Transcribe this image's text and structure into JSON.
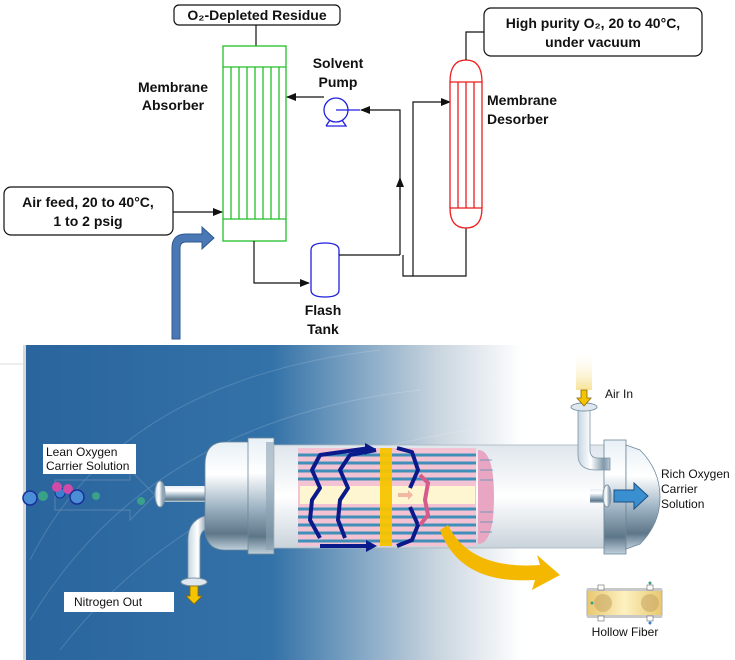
{
  "process_flow": {
    "residue_label": "O₂-Depleted Residue",
    "product_label_line1": "High purity O₂, 20 to 40°C,",
    "product_label_line2": "under vacuum",
    "feed_label_line1": "Air feed, 20 to 40°C,",
    "feed_label_line2": "1 to 2 psig",
    "absorber_line1": "Membrane",
    "absorber_line2": "Absorber",
    "pump_line1": "Solvent",
    "pump_line2": "Pump",
    "desorber_line1": "Membrane",
    "desorber_line2": "Desorber",
    "flash_line1": "Flash",
    "flash_line2": "Tank",
    "colors": {
      "absorber": "#22c02a",
      "desorber": "#ee1c1c",
      "pump": "#2020e0",
      "flash_tank": "#2020e0",
      "pointer_arrow": "#4a78b4"
    }
  },
  "illustration": {
    "lean_label_line1": "Lean Oxygen",
    "lean_label_line2": "Carrier Solution",
    "nitrogen_label": "Nitrogen Out",
    "air_in_label": "Air In",
    "rich_label_line1": "Rich Oxygen",
    "rich_label_line2": "Carrier",
    "rich_label_line3": "Solution",
    "fiber_label": "Hollow Fiber",
    "colors": {
      "background": "#2e6aa0",
      "flow_arrow": "#0a1a8a",
      "highlight": "#f5c400",
      "out_arrow": "#3a8fd0"
    }
  }
}
